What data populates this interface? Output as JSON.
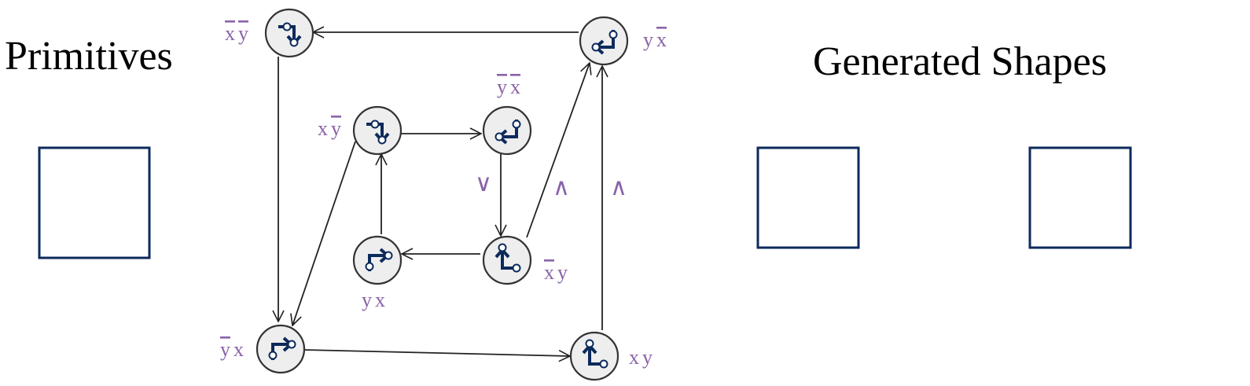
{
  "colors": {
    "label": "#8a63a8",
    "glyph": "#0d2a5c",
    "node_fill": "#eeeeee",
    "node_stroke": "#333333",
    "edge": "#222222",
    "box": "#0d2a5c"
  },
  "primitives": {
    "title": "Primitives"
  },
  "generated_shapes": {
    "title": "Generated Shapes"
  },
  "diagram": {
    "nodes": [
      {
        "id": "n_xbar_ybar",
        "label_a": "x",
        "bar_a": true,
        "label_b": "y",
        "bar_b": true,
        "icon": "corner-arrow-down-icon"
      },
      {
        "id": "n_y_xbar",
        "label_a": "y",
        "bar_a": false,
        "label_b": "x",
        "bar_b": true,
        "icon": "corner-arrow-left-icon"
      },
      {
        "id": "n_x_ybar",
        "label_a": "x",
        "bar_a": false,
        "label_b": "y",
        "bar_b": true,
        "icon": "corner-arrow-down-icon"
      },
      {
        "id": "n_ybar_xbar",
        "label_a": "y",
        "bar_a": true,
        "label_b": "x",
        "bar_b": true,
        "icon": "corner-arrow-left-icon"
      },
      {
        "id": "n_y_x",
        "label_a": "y",
        "bar_a": false,
        "label_b": "x",
        "bar_b": false,
        "icon": "corner-arrow-right-icon"
      },
      {
        "id": "n_xbar_y",
        "label_a": "x",
        "bar_a": true,
        "label_b": "y",
        "bar_b": false,
        "icon": "corner-arrow-up-icon"
      },
      {
        "id": "n_ybar_x",
        "label_a": "y",
        "bar_a": true,
        "label_b": "x",
        "bar_b": false,
        "icon": "corner-arrow-right-icon"
      },
      {
        "id": "n_x_y",
        "label_a": "x",
        "bar_a": false,
        "label_b": "y",
        "bar_b": false,
        "icon": "corner-arrow-up-icon"
      }
    ],
    "operators": [
      {
        "id": "op_or",
        "text": "∨"
      },
      {
        "id": "op_and_1",
        "text": "∧"
      },
      {
        "id": "op_and_2",
        "text": "∧"
      }
    ]
  }
}
